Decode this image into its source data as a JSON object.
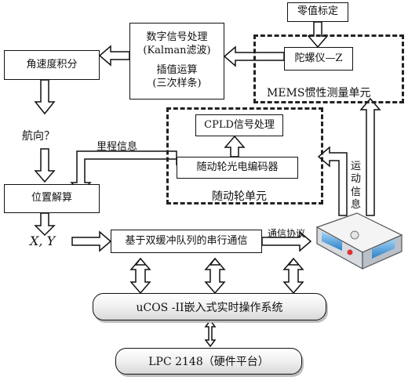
{
  "nodes": {
    "dsp_line1": "数字信号处理",
    "dsp_line2": "(Kalman滤波)",
    "dsp_line3": "插值运算",
    "dsp_line4": "(三次样条)",
    "zero_cal": "零值标定",
    "gyro": "陀螺仪—Z",
    "mems_unit": "MEMS惯性测量单元",
    "angle_integral": "角速度积分",
    "heading": "航向？",
    "cpld": "CPLD信号处理",
    "encoder": "随动轮光电编码器",
    "wheel_unit": "随动轮单元",
    "mileage": "里程信息",
    "position": "位置解算",
    "xy": "X, Y",
    "serial": "基于双缓冲队列的串行通信",
    "protocol": "通信协议",
    "motion": "运动信息",
    "rtos": "uCOS -II嵌入式实时操作系统",
    "hardware": "LPC 2148（硬件平台）"
  },
  "colors": {
    "arrow_fill": "#ffffff",
    "stroke": "#111111",
    "robot_blue": "#3a8fd6"
  }
}
